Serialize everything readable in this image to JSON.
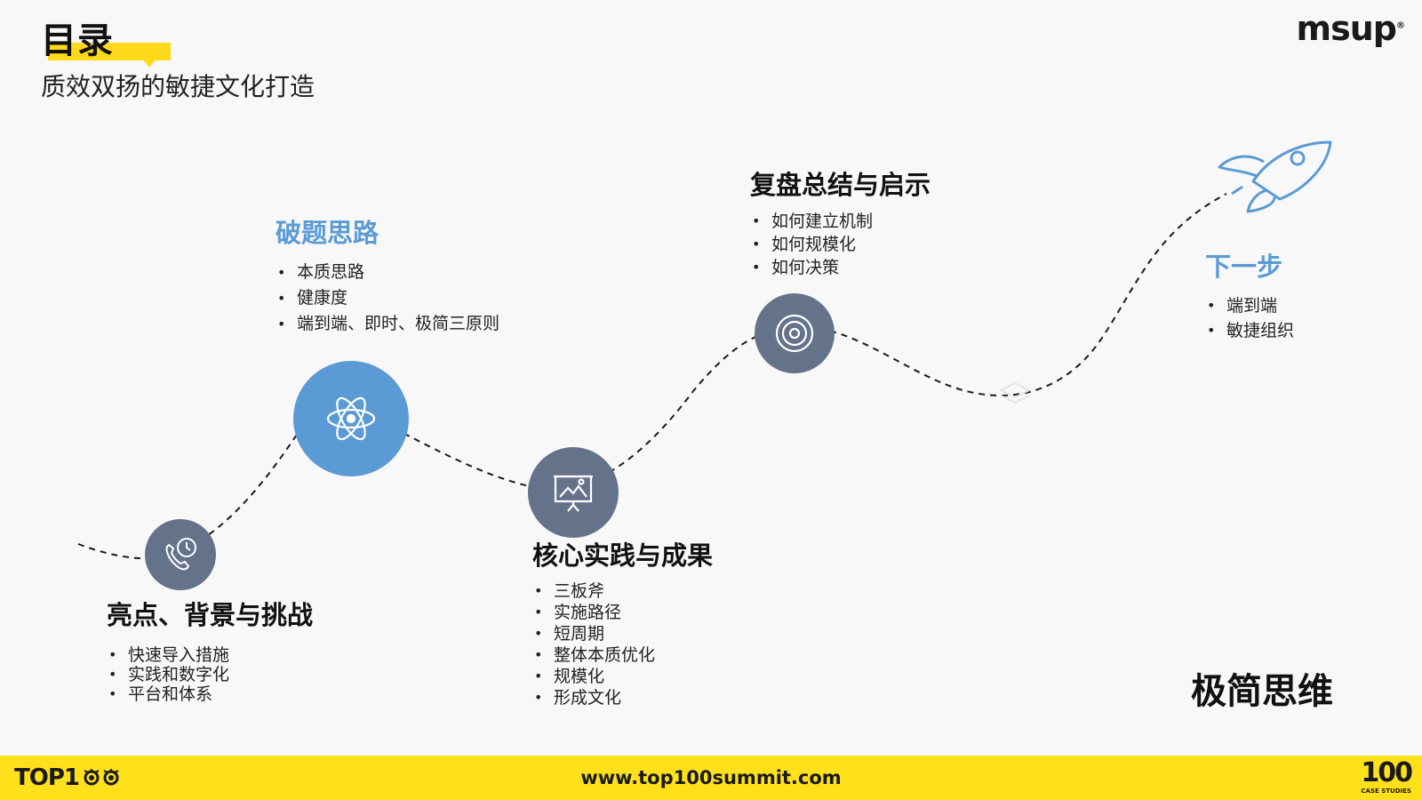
{
  "header": {
    "title": "目录",
    "subtitle": "质效双扬的敏捷文化打造",
    "logo": "msup",
    "logo_mark": "®"
  },
  "stages": [
    {
      "heading": "亮点、背景与挑战",
      "items": [
        "快速导入措施",
        "实践和数字化",
        "平台和体系"
      ],
      "icon": "phone-clock-icon"
    },
    {
      "heading": "破题思路",
      "items": [
        "本质思路",
        "健康度",
        "端到端、即时、极简三原则"
      ],
      "icon": "atom-icon"
    },
    {
      "heading": "核心实践与成果",
      "items": [
        "三板斧",
        "实施路径",
        "短周期",
        "整体本质优化",
        "规模化",
        "形成文化"
      ],
      "icon": "presentation-icon"
    },
    {
      "heading": "复盘总结与启示",
      "items": [
        "如何建立机制",
        "如何规模化",
        "如何决策"
      ],
      "icon": "target-icon"
    },
    {
      "heading": "下一步",
      "items": [
        "端到端",
        "敏捷组织"
      ],
      "icon": "rocket-icon"
    }
  ],
  "motto": "极简思维",
  "footer": {
    "brand": "TOP1",
    "url": "www.top100summit.com",
    "cases_number": "100",
    "cases_label": "CASE STUDIES"
  },
  "colors": {
    "accent_yellow": "#ffe01a",
    "accent_blue": "#5b9bd5",
    "circle_gray": "#65738a"
  }
}
